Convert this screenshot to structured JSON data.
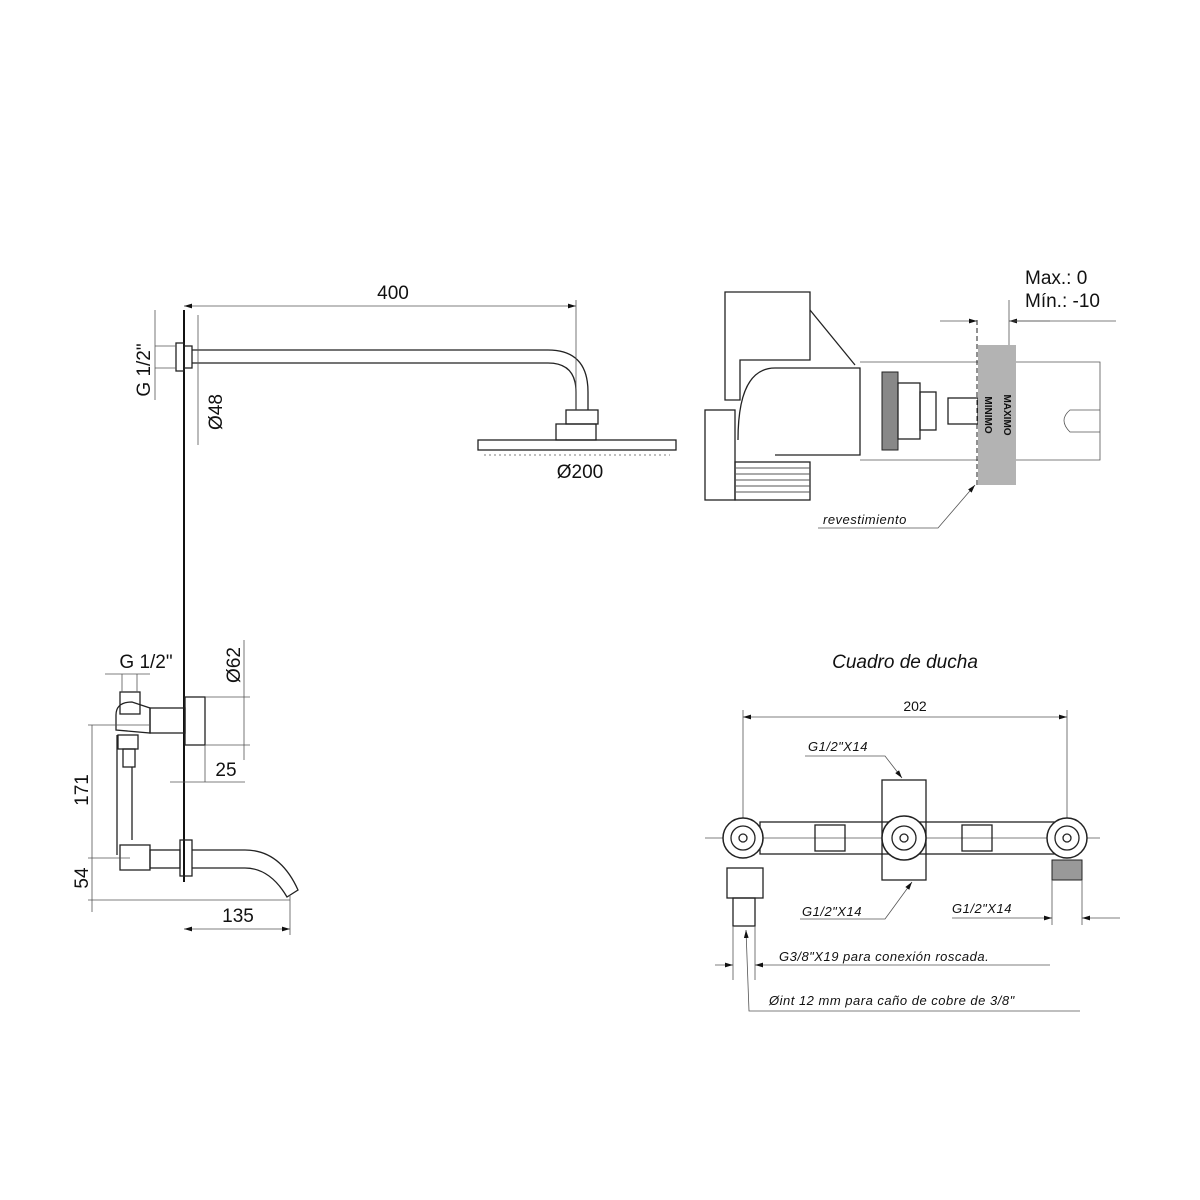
{
  "side_view": {
    "arm_length": "400",
    "arm_thread": "G 1/2\"",
    "flange_diameter": "Ø48",
    "head_diameter": "Ø200",
    "valve_thread": "G 1/2\"",
    "valve_plate_diameter": "Ø62",
    "plate_depth": "25",
    "valve_to_spout": "171",
    "spout_height": "54",
    "spout_length": "135"
  },
  "valve_detail": {
    "max_label": "Max.: 0",
    "min_label": "Mín.: -10",
    "minimo_mark": "MINIMO",
    "maximo_mark": "MAXIMO",
    "cladding_label": "revestimiento"
  },
  "shower_frame": {
    "title": "Cuadro de ducha",
    "width": "202",
    "top_thread": "G1/2\"X14",
    "bottom_thread": "G1/2\"X14",
    "right_thread": "G1/2\"X14",
    "threaded_connection": "G3/8\"X19 para conexión roscada.",
    "copper_pipe": "Øint 12 mm para caño de cobre de 3/8\""
  }
}
